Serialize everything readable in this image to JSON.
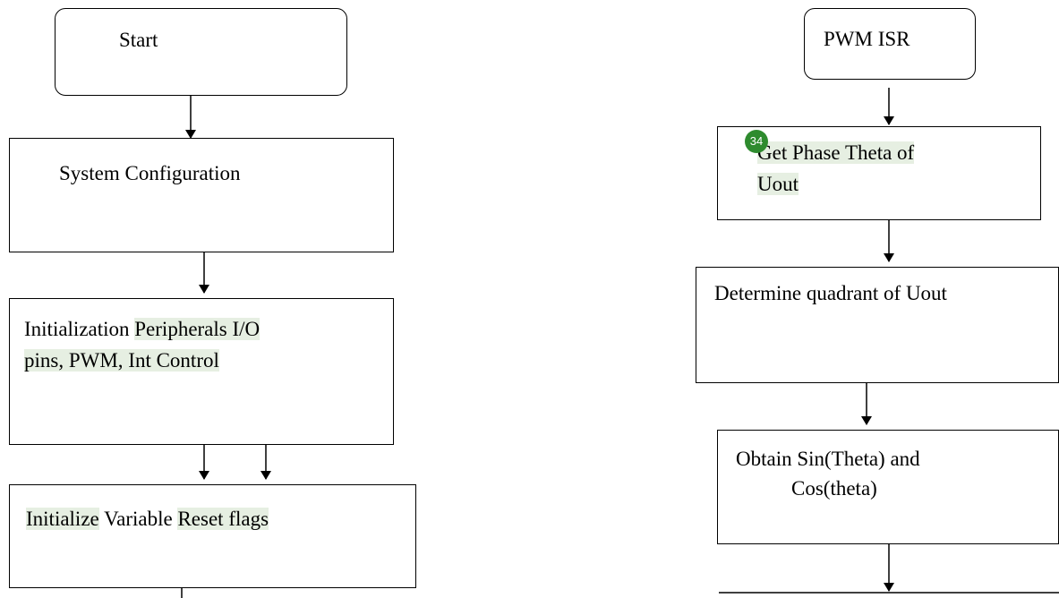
{
  "left_flow": {
    "start": "Start",
    "system_config": "System Configuration",
    "init_peripherals": {
      "prefix": "Initialization ",
      "hl_line1": "Peripherals I/O",
      "hl_line2": "pins, PWM, Int Control"
    },
    "init_variable": {
      "hl1": "Initialize",
      "mid": " Variable ",
      "hl2": "Reset flags"
    }
  },
  "right_flow": {
    "pwm_isr": "PWM ISR",
    "get_phase": {
      "badge": "34",
      "line1": "Get Phase Theta of",
      "line2": "Uout"
    },
    "quadrant": "Determine quadrant of Uout",
    "sincos": {
      "line1": "Obtain Sin(Theta) and",
      "line2": "Cos(theta)"
    }
  },
  "colors": {
    "highlight": "#e6efe2",
    "badge": "#2e8b2e"
  }
}
